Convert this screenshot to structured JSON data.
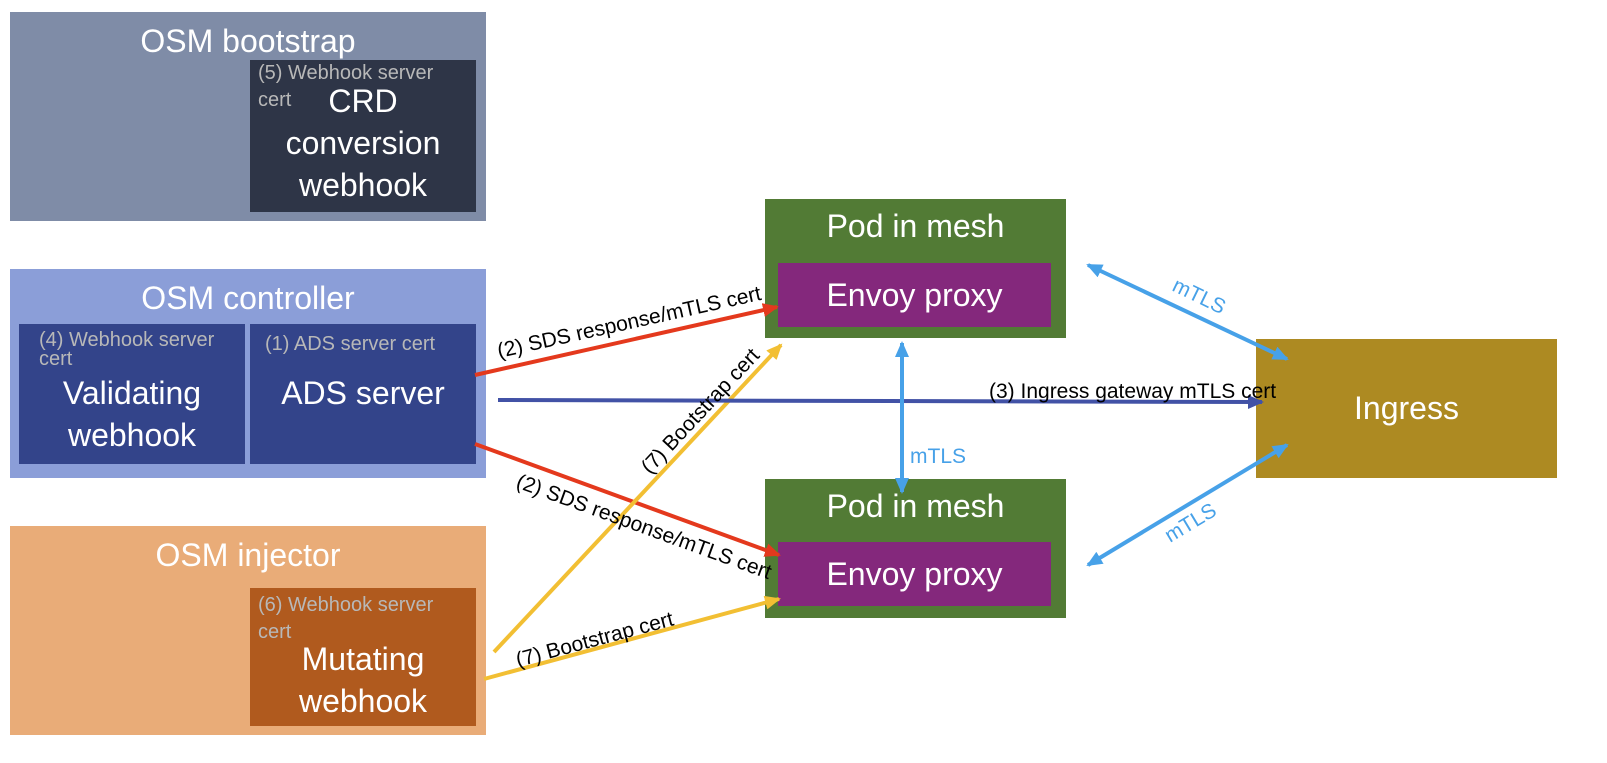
{
  "colors": {
    "bootstrap_bg": "#7f8ca7",
    "crd_bg": "#2e3547",
    "controller_bg": "#8b9ed8",
    "controller_inner_bg": "#33448a",
    "injector_bg": "#e9ac78",
    "mutating_bg": "#b05a1e",
    "pod_bg": "#527b35",
    "envoy_bg": "#84287c",
    "ingress_bg": "#ad8a22",
    "red_arrow": "#e4391d",
    "yellow_arrow": "#f2bf33",
    "blue_arrow": "#4252a6",
    "mtls_arrow": "#47a1e8"
  },
  "bootstrap": {
    "title": "OSM bootstrap",
    "crd": {
      "cert_label_line1": "(5) Webhook server",
      "cert_label_line2": "cert",
      "line1": "CRD",
      "line2": "conversion",
      "line3": "webhook"
    }
  },
  "controller": {
    "title": "OSM controller",
    "validating": {
      "cert_label_line1": "(4) Webhook server",
      "cert_label_line2": "cert",
      "line1": "Validating",
      "line2": "webhook"
    },
    "ads": {
      "cert_label": "(1) ADS server cert",
      "name": "ADS server"
    }
  },
  "injector": {
    "title": "OSM injector",
    "mutating": {
      "cert_label_line1": "(6) Webhook server",
      "cert_label_line2": "cert",
      "line1": "Mutating",
      "line2": "webhook"
    }
  },
  "pods": [
    {
      "title": "Pod in mesh",
      "proxy": "Envoy proxy"
    },
    {
      "title": "Pod in mesh",
      "proxy": "Envoy proxy"
    }
  ],
  "ingress": {
    "label": "Ingress"
  },
  "edges": {
    "sds_top": "(2) SDS response/mTLS cert",
    "sds_bottom": "(2) SDS response/mTLS cert",
    "bootstrap_up": "(7) Bootstrap cert",
    "bootstrap_low": "(7) Bootstrap cert",
    "ingress_cert": "(3) Ingress gateway mTLS cert",
    "mtls_top": "mTLS",
    "mtls_middle": "mTLS",
    "mtls_bottom": "mTLS"
  }
}
